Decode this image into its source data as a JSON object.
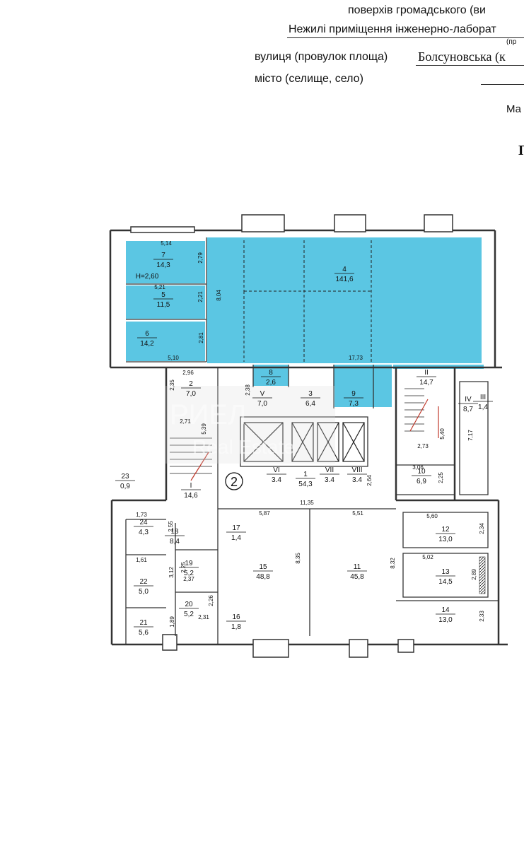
{
  "header": {
    "line1": "поверхів громадського (ви",
    "line2": "Нежилі приміщення інженерно-лаборат",
    "line2_note": "(пр",
    "street_label": "вулиця (провулок площа)",
    "street_value": "Болсуновська (к",
    "city_label": "місто (селище, село)",
    "scale_label": "Ма",
    "sheet_mark": "П"
  },
  "watermark": {
    "brand": "Real Estate",
    "logo": "РИЕЛ"
  },
  "floor_marker": "2",
  "colors": {
    "highlight": "#5bc6e3",
    "wall": "#333333",
    "stair_arrow": "#c0392b"
  },
  "rooms": [
    {
      "id": "7",
      "area": "14,3",
      "extra": "Н=2,60"
    },
    {
      "id": "5",
      "area": "11,5"
    },
    {
      "id": "6",
      "area": "14,2"
    },
    {
      "id": "4",
      "area": "141,6"
    },
    {
      "id": "8",
      "area": "2,6"
    },
    {
      "id": "3",
      "area": "6,4"
    },
    {
      "id": "9",
      "area": "7,3"
    },
    {
      "id": "2",
      "area": "7,0"
    },
    {
      "id": "V",
      "area": "7,0"
    },
    {
      "id": "I",
      "area": "14,6"
    },
    {
      "id": "VI",
      "area": "3.4"
    },
    {
      "id": "1",
      "area": "54,3"
    },
    {
      "id": "VII",
      "area": "3.4"
    },
    {
      "id": "VIII",
      "area": "3.4"
    },
    {
      "id": "II",
      "area": "14,7"
    },
    {
      "id": "III",
      "area": "1,4"
    },
    {
      "id": "IV",
      "area": "8,7"
    },
    {
      "id": "10",
      "area": "6,9"
    },
    {
      "id": "23",
      "area": "0,9"
    },
    {
      "id": "24",
      "area": "4,3"
    },
    {
      "id": "18",
      "area": "8,4"
    },
    {
      "id": "17",
      "area": "1,4"
    },
    {
      "id": "19",
      "area": "5,2"
    },
    {
      "id": "22",
      "area": "5,0"
    },
    {
      "id": "20",
      "area": "5,2"
    },
    {
      "id": "21",
      "area": "5,6"
    },
    {
      "id": "16",
      "area": "1,8"
    },
    {
      "id": "15",
      "area": "48,8"
    },
    {
      "id": "11",
      "area": "45,8"
    },
    {
      "id": "12",
      "area": "13,0"
    },
    {
      "id": "13",
      "area": "14,5"
    },
    {
      "id": "14",
      "area": "13,0"
    }
  ],
  "dimensions": [
    "5,14",
    "2,79",
    "5,21",
    "2,21",
    "5,10",
    "2,81",
    "8,04",
    "17,73",
    "2,96",
    "2,35",
    "2,38",
    "2,71",
    "5,39",
    "2,73",
    "5,40",
    "7,17",
    "3,06",
    "2,25",
    "2,64",
    "11,35",
    "5,87",
    "5,51",
    "5,60",
    "2,34",
    "1,73",
    "2,55",
    "8,35",
    "8,32",
    "5,02",
    "2,89",
    "1,61",
    "3,12",
    "2,25",
    "2,37",
    "2,26",
    "2,31",
    "1,89",
    "2,33"
  ]
}
